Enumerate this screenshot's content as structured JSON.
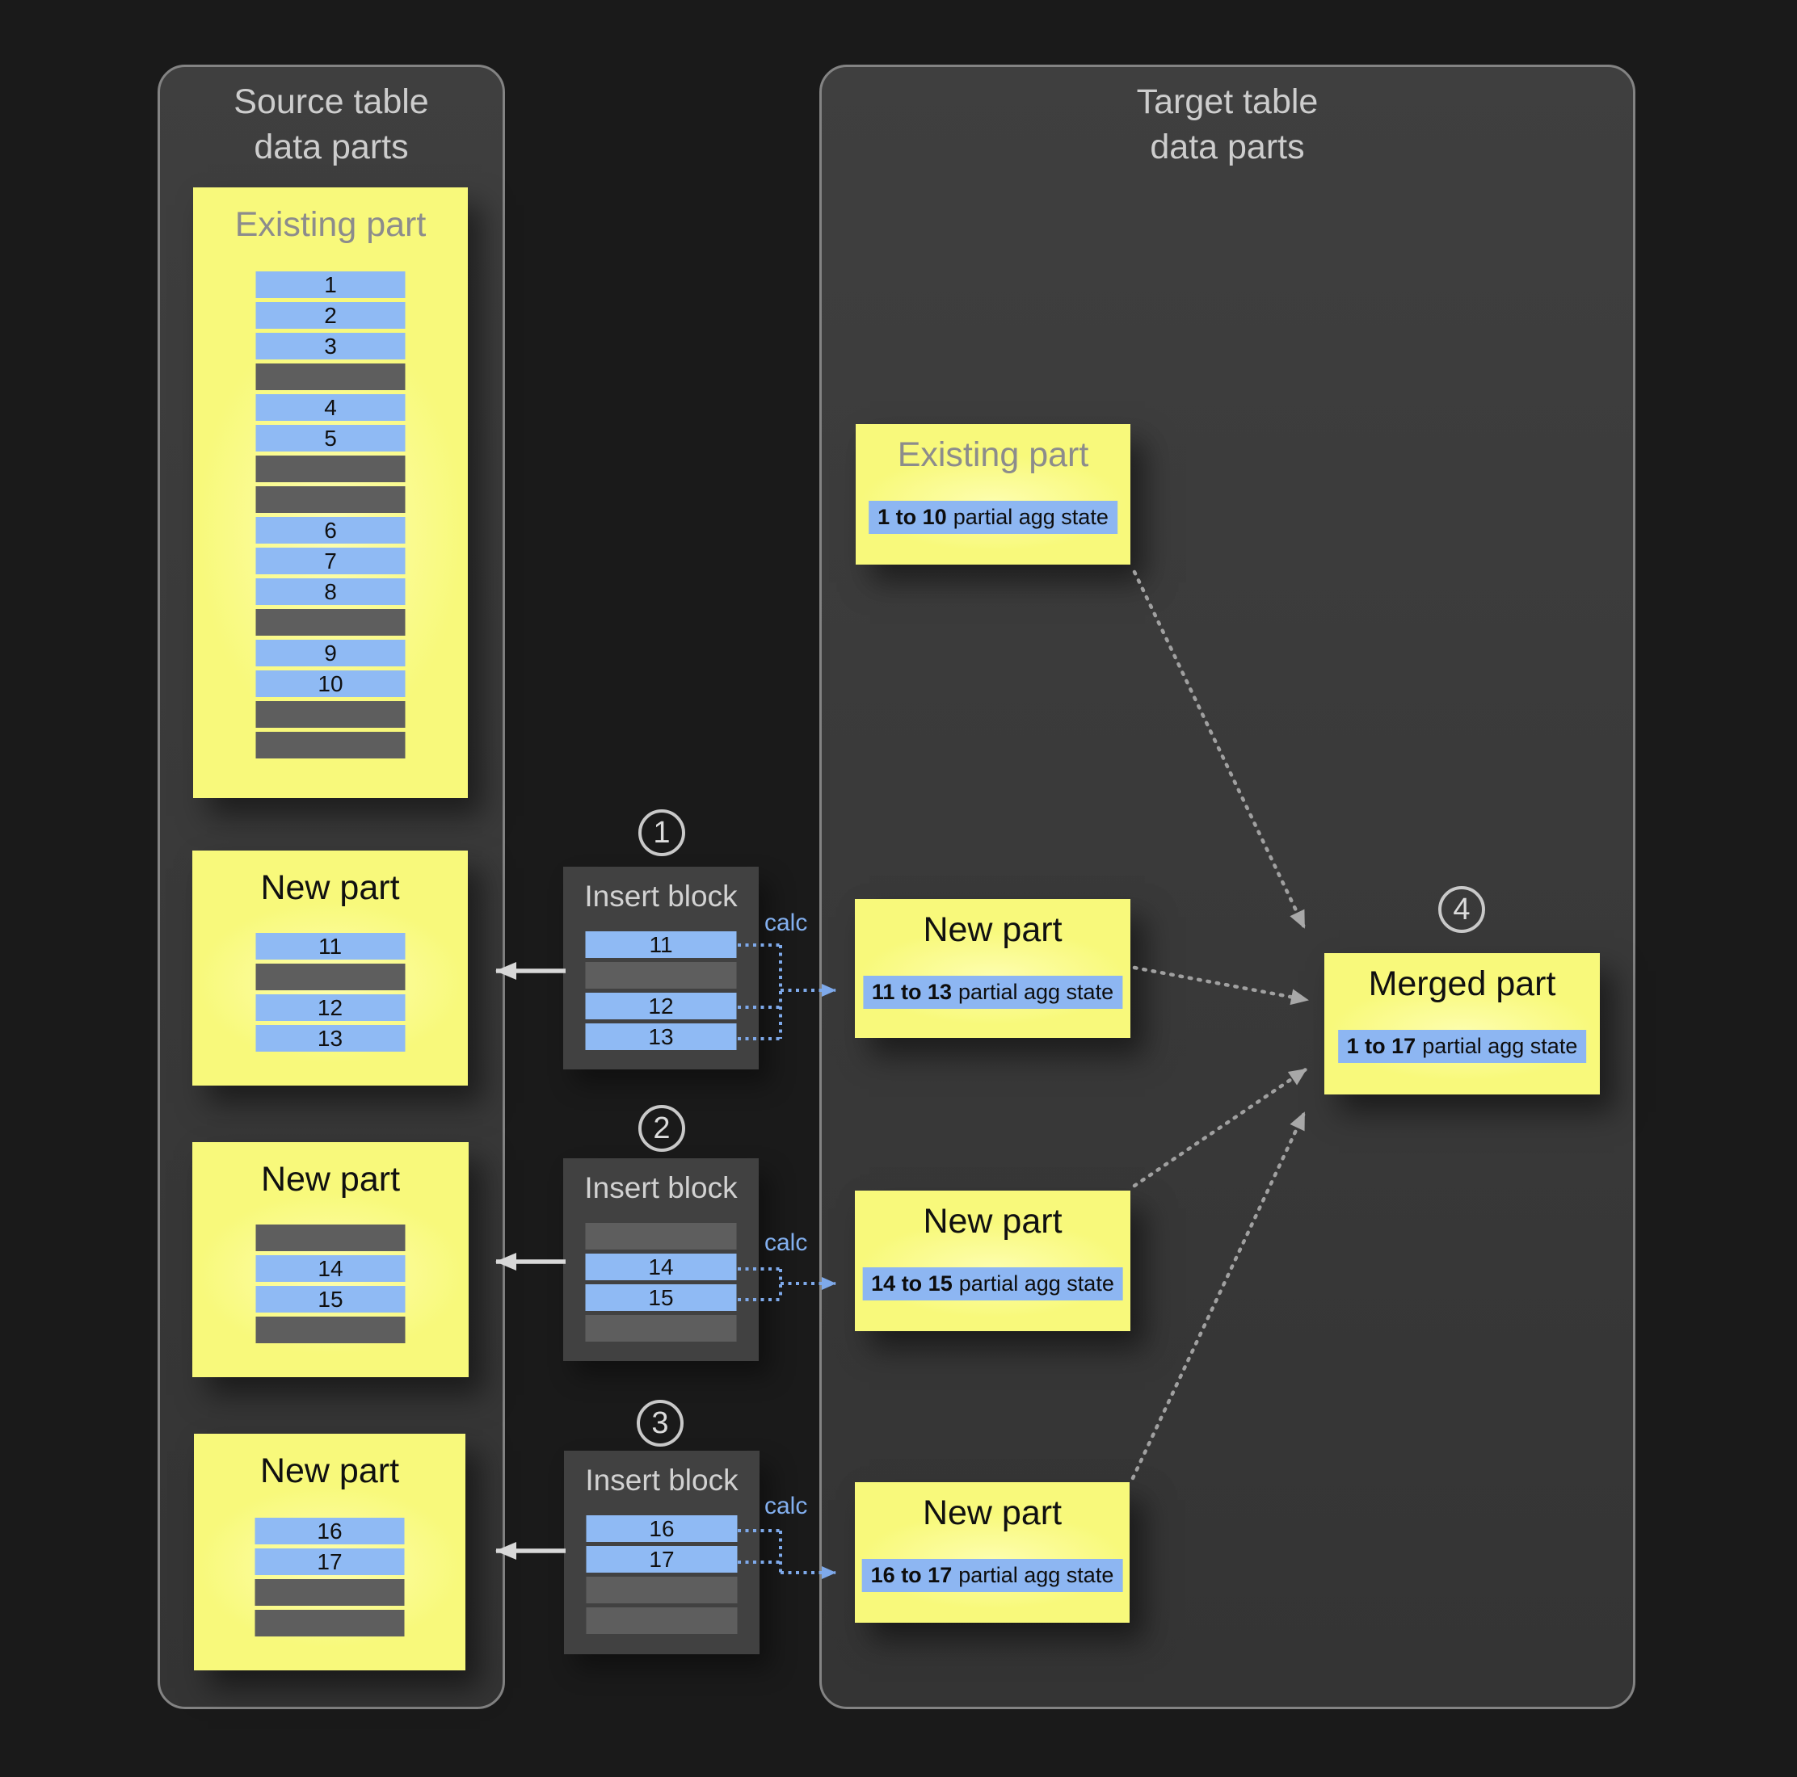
{
  "colors": {
    "background": "#1a1a1a",
    "panel": "#3a3a3a",
    "part_yellow": "#f8f97b",
    "row_blue": "#8fbaf4",
    "row_gray": "#5e5e5e",
    "highlight_blue": "#8db6f2",
    "calc_blue": "#83b0f0",
    "arrow_gray": "#a0a0a0"
  },
  "source_panel": {
    "title_line1": "Source table",
    "title_line2": "data parts",
    "existing_part": {
      "title": "Existing part",
      "rows": [
        "1",
        "2",
        "3",
        null,
        "4",
        "5",
        null,
        null,
        "6",
        "7",
        "8",
        null,
        "9",
        "10",
        null,
        null
      ]
    },
    "new_parts": [
      {
        "title": "New part",
        "rows": [
          "11",
          null,
          "12",
          "13"
        ]
      },
      {
        "title": "New part",
        "rows": [
          null,
          "14",
          "15",
          null
        ]
      },
      {
        "title": "New part",
        "rows": [
          "16",
          "17",
          null,
          null
        ]
      }
    ]
  },
  "insert_blocks": [
    {
      "step": "1",
      "title": "Insert block",
      "calc_label": "calc",
      "rows": [
        "11",
        null,
        "12",
        "13"
      ]
    },
    {
      "step": "2",
      "title": "Insert block",
      "calc_label": "calc",
      "rows": [
        null,
        "14",
        "15",
        null
      ]
    },
    {
      "step": "3",
      "title": "Insert block",
      "calc_label": "calc",
      "rows": [
        "16",
        "17",
        null,
        null
      ]
    }
  ],
  "target_panel": {
    "title_line1": "Target table",
    "title_line2": "data parts",
    "existing_part": {
      "title": "Existing part",
      "agg_bold": "1 to 10",
      "agg_rest": "partial agg state"
    },
    "new_parts": [
      {
        "title": "New part",
        "agg_bold": "11 to 13",
        "agg_rest": "partial agg state"
      },
      {
        "title": "New part",
        "agg_bold": "14 to 15",
        "agg_rest": "partial agg state"
      },
      {
        "title": "New part",
        "agg_bold": "16 to 17",
        "agg_rest": "partial agg state"
      }
    ],
    "merged_part": {
      "step": "4",
      "title": "Merged part",
      "agg_bold": "1 to 17",
      "agg_rest": "partial agg state"
    }
  }
}
